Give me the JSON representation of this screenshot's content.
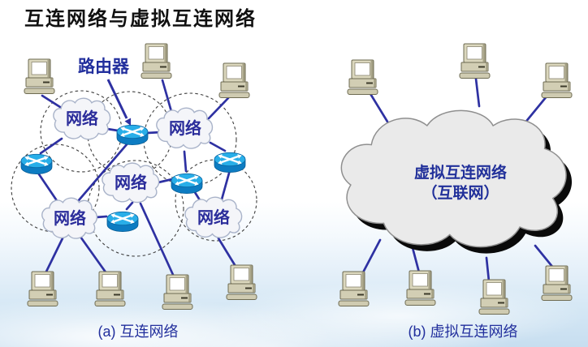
{
  "title": "互连网络与虚拟互连网络",
  "diagram_a": {
    "caption": "(a) 互连网络",
    "router_label": "路由器",
    "clouds": [
      {
        "label": "网络"
      },
      {
        "label": "网络"
      },
      {
        "label": "网络"
      },
      {
        "label": "网络"
      },
      {
        "label": "网络"
      }
    ]
  },
  "diagram_b": {
    "caption": "(b) 虚拟互连网络",
    "cloud_title": "虚拟互连网络",
    "cloud_subtitle": "（互联网）"
  },
  "colors": {
    "link": "#2e31a2",
    "navy_text": "#222f9d",
    "router_top": "#29aee8",
    "router_body": "#0d7cc2",
    "small_cloud_fill": "#f4f5f9",
    "small_cloud_stroke": "#a9b3c9",
    "large_cloud_fill": "#eaeaea",
    "large_cloud_stroke": "#8f8f8f",
    "title_text": "#111111",
    "computer_body": "#d8d4ba",
    "dashed_boundary": "#3f3f3f"
  },
  "icons": {
    "computer": "computer-icon",
    "router": "router-icon",
    "cloud": "network-cloud"
  }
}
